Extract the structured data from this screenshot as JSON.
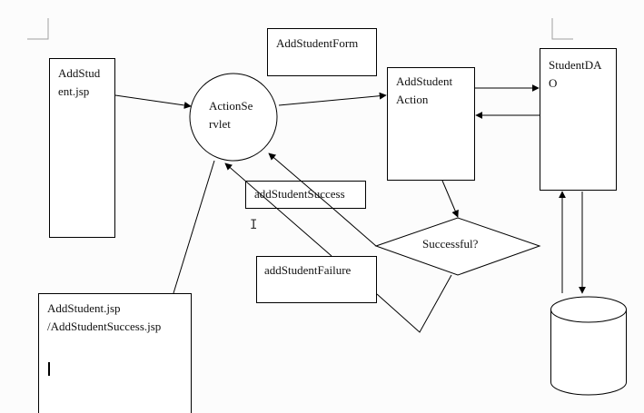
{
  "diagram": {
    "nodes": {
      "addstudent_jsp": {
        "line1": "AddStud",
        "line2": "ent.jsp"
      },
      "action_servlet": {
        "line1": "ActionSe",
        "line2": "rvlet"
      },
      "addstudent_form": {
        "label": "AddStudentForm"
      },
      "addstudent_action": {
        "line1": "AddStudent",
        "line2": "Action"
      },
      "student_dao": {
        "line1": "StudentDA",
        "line2": "O"
      },
      "add_student_success": {
        "label": "addStudentSuccess"
      },
      "add_student_failure": {
        "label": "addStudentFailure"
      },
      "decision": {
        "label": "Successful?"
      },
      "output_jsp": {
        "line1": "AddStudent.jsp",
        "line2": "/AddStudentSuccess.jsp"
      },
      "database": {
        "label": ""
      }
    }
  },
  "colors": {
    "background": "#fcfcfc",
    "stroke": "#000000",
    "text": "#111111",
    "page_corner": "#a0a0a0"
  }
}
